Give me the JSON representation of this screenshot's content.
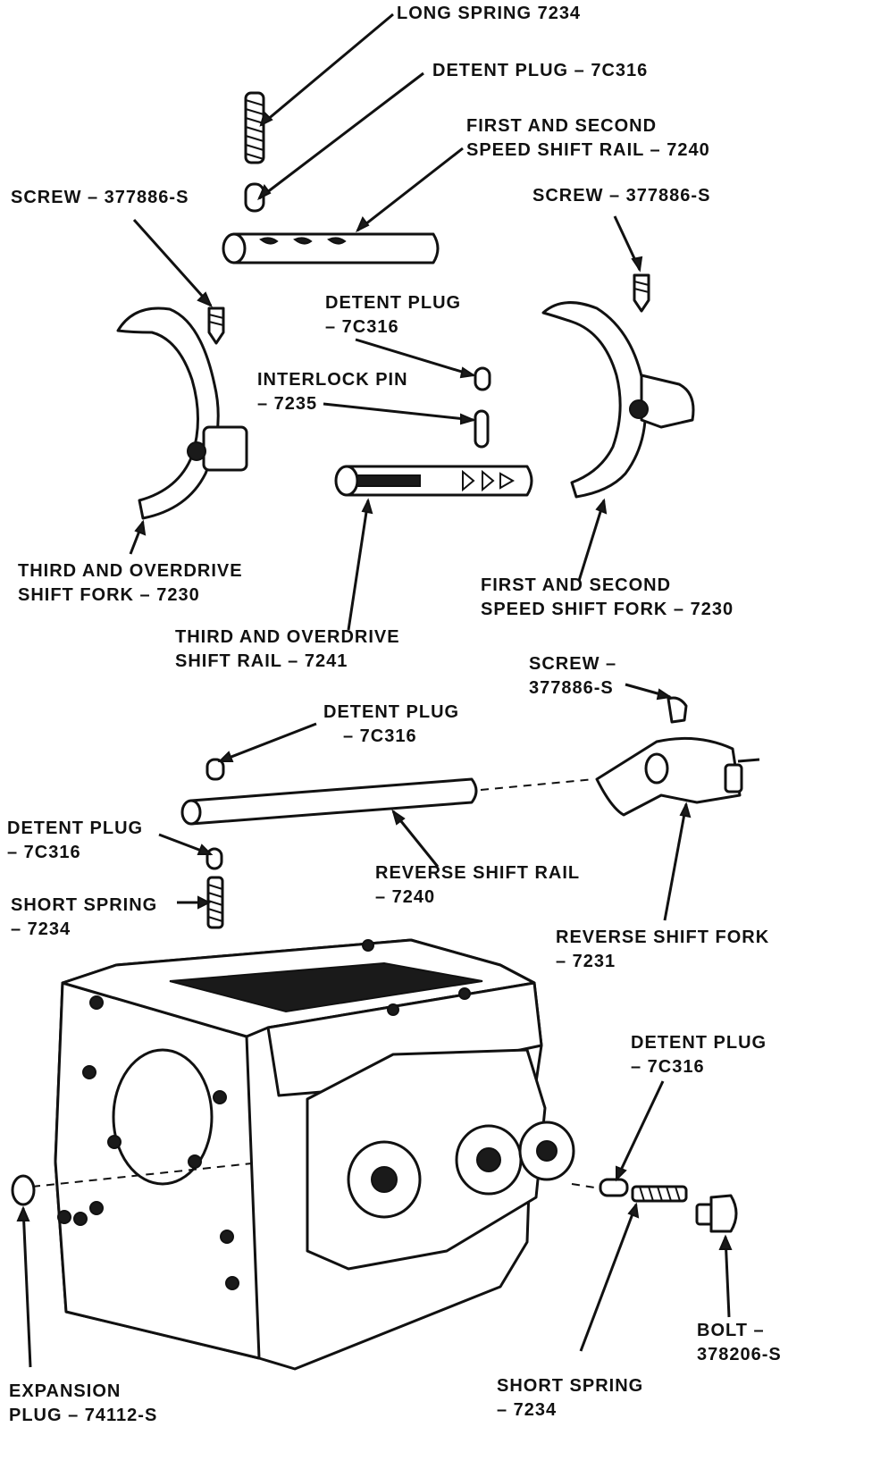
{
  "labels": {
    "long_spring_top": "LONG SPRING 7234",
    "detent_plug_top": "DETENT PLUG – 7C316",
    "first_second_rail": [
      "FIRST AND SECOND",
      "SPEED SHIFT RAIL – 7240"
    ],
    "screw_left": "SCREW – 377886-S",
    "screw_right": "SCREW – 377886-S",
    "detent_plug_mid": [
      "DETENT PLUG",
      "– 7C316"
    ],
    "interlock_pin": [
      "INTERLOCK PIN",
      "– 7235"
    ],
    "third_overdrive_fork": [
      "THIRD AND OVERDRIVE",
      "SHIFT FORK – 7230"
    ],
    "first_second_fork": [
      "FIRST AND SECOND",
      "SPEED SHIFT FORK – 7230"
    ],
    "third_overdrive_rail": [
      "THIRD AND OVERDRIVE",
      "SHIFT RAIL – 7241"
    ],
    "screw_reverse": [
      "SCREW –",
      "377886-S"
    ],
    "detent_plug_reverse_top": [
      "DETENT PLUG",
      "– 7C316"
    ],
    "detent_plug_reverse_left": [
      "DETENT PLUG",
      "– 7C316"
    ],
    "reverse_shift_rail": [
      "REVERSE SHIFT RAIL",
      "– 7240"
    ],
    "short_spring_left": [
      "SHORT SPRING",
      "– 7234"
    ],
    "reverse_shift_fork": [
      "REVERSE SHIFT FORK",
      "– 7231"
    ],
    "detent_plug_case": [
      "DETENT PLUG",
      "– 7C316"
    ],
    "expansion_plug": [
      "EXPANSION",
      "PLUG – 74112-S"
    ],
    "short_spring_case": [
      "SHORT SPRING",
      "– 7234"
    ],
    "bolt": [
      "BOLT –",
      "378206-S"
    ]
  },
  "colors": {
    "ink": "#111111",
    "paper": "#ffffff"
  }
}
